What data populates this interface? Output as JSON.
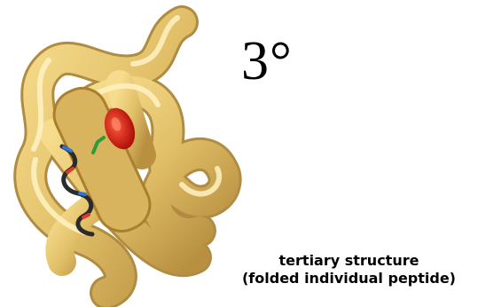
{
  "structure_level": "3°",
  "caption": {
    "line1": "tertiary structure",
    "line2": "(folded individual peptide)"
  },
  "colors": {
    "protein_tube": "#e2c069",
    "protein_shadow": "#a8802e",
    "protein_highlight": "#fff2c4",
    "heme_disc": "#d61c12",
    "helix_accent_blue": "#2c74d8",
    "helix_accent_red": "#e0382c",
    "helix_accent_green": "#2f9a3a"
  },
  "icons": {
    "protein": "folded-protein-ribbon",
    "heme": "heme-group"
  }
}
